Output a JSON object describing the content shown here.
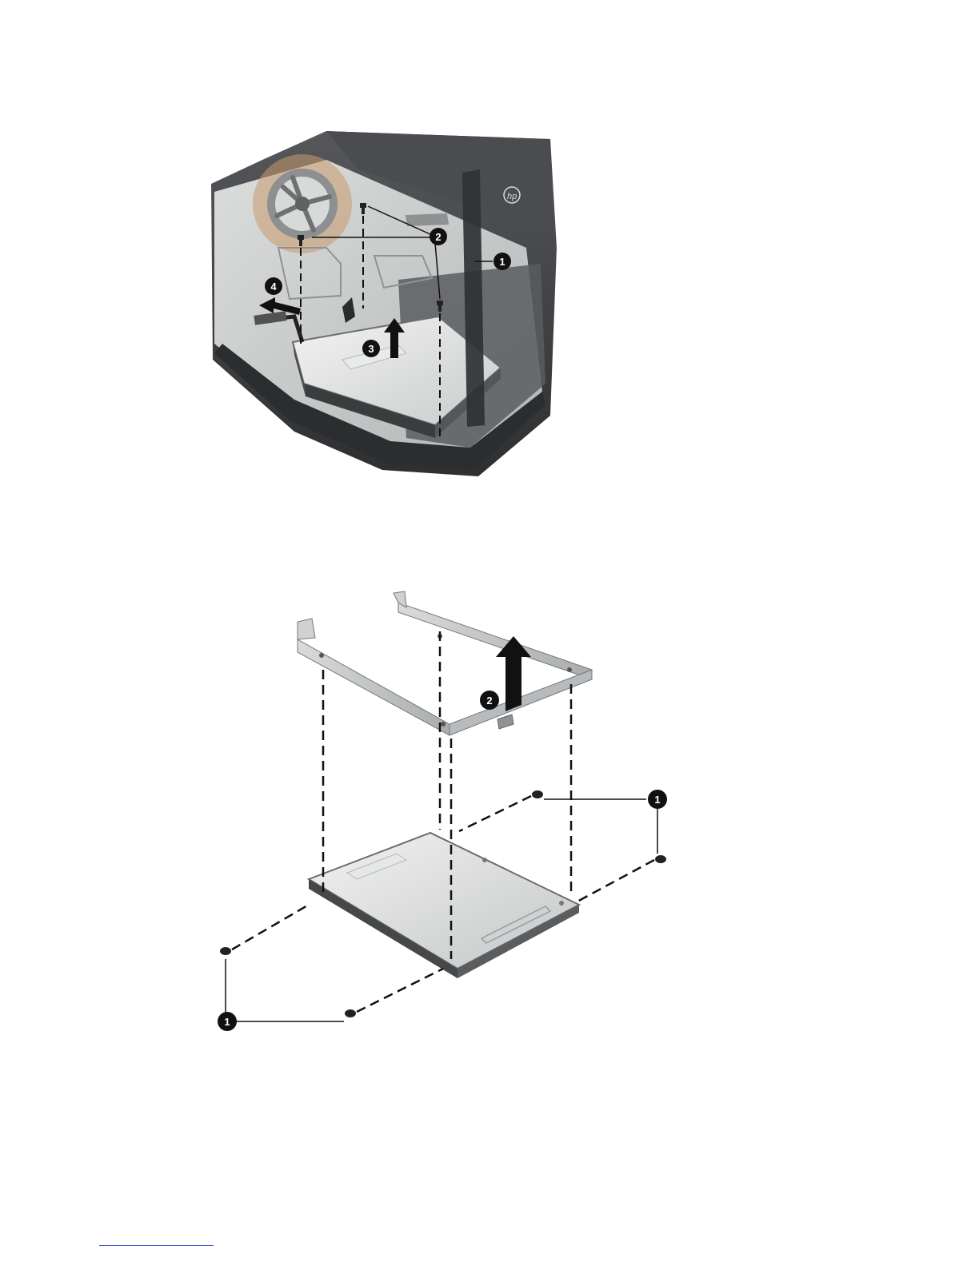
{
  "figures": [
    {
      "id": "remove-hard-drive",
      "callouts": [
        "1",
        "2",
        "3",
        "4"
      ]
    },
    {
      "id": "remove-drive-bracket",
      "callouts": [
        "1",
        "2"
      ]
    }
  ],
  "colors": {
    "chassis_dark": "#3d3d40",
    "chassis_light": "#cfd0d0",
    "metal": "#b9bcbe",
    "callout": "#111111",
    "link_rule": "#2a3bcc"
  },
  "icons": [
    "fan-icon",
    "hp-logo-icon",
    "screw-icon",
    "arrow-up-icon",
    "arrow-left-icon"
  ]
}
